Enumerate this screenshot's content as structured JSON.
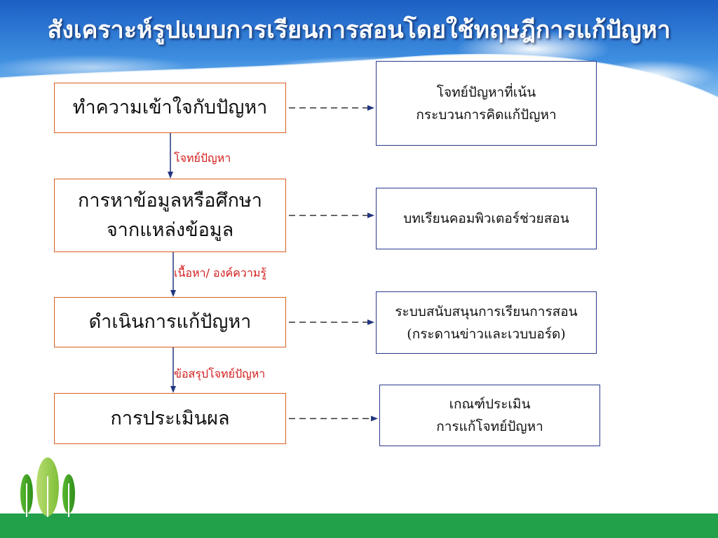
{
  "title": "สังเคราะห์รูปแบบการเรียนการสอนโดยใช้ทฤษฎีการแก้ปัญหา",
  "colors": {
    "step_border": "#d9601f",
    "side_border": "#2a3a8a",
    "arrow": "#23357f",
    "label": "#d21c1c",
    "ground": "#23a04a",
    "sky": "#2f7fd8"
  },
  "steps": [
    {
      "lines": [
        "ทำความเข้าใจกับปัญหา"
      ]
    },
    {
      "lines": [
        "การหาข้อมูลหรือศึกษา",
        "จากแหล่งข้อมูล"
      ]
    },
    {
      "lines": [
        "ดำเนินการแก้ปัญหา"
      ]
    },
    {
      "lines": [
        "การประเมินผล"
      ]
    }
  ],
  "connectors": [
    {
      "label": "โจทย์ปัญหา"
    },
    {
      "label": "เนื้อหา/ องค์ความรู้"
    },
    {
      "label": "ข้อสรุปโจทย์ปัญหา"
    }
  ],
  "resources": [
    {
      "lines": [
        "โจทย์ปัญหาที่เน้น",
        "กระบวนการคิดแก้ปัญหา"
      ]
    },
    {
      "lines": [
        "บทเรียนคอมพิวเตอร์ช่วยสอน"
      ]
    },
    {
      "lines": [
        "ระบบสนับสนุนการเรียนการสอน",
        "(กระดานข่าวและเวบบอร์ด)"
      ]
    },
    {
      "lines": [
        "เกณฑ์ประเมิน",
        "การแก้โจทย์ปัญหา"
      ]
    }
  ]
}
